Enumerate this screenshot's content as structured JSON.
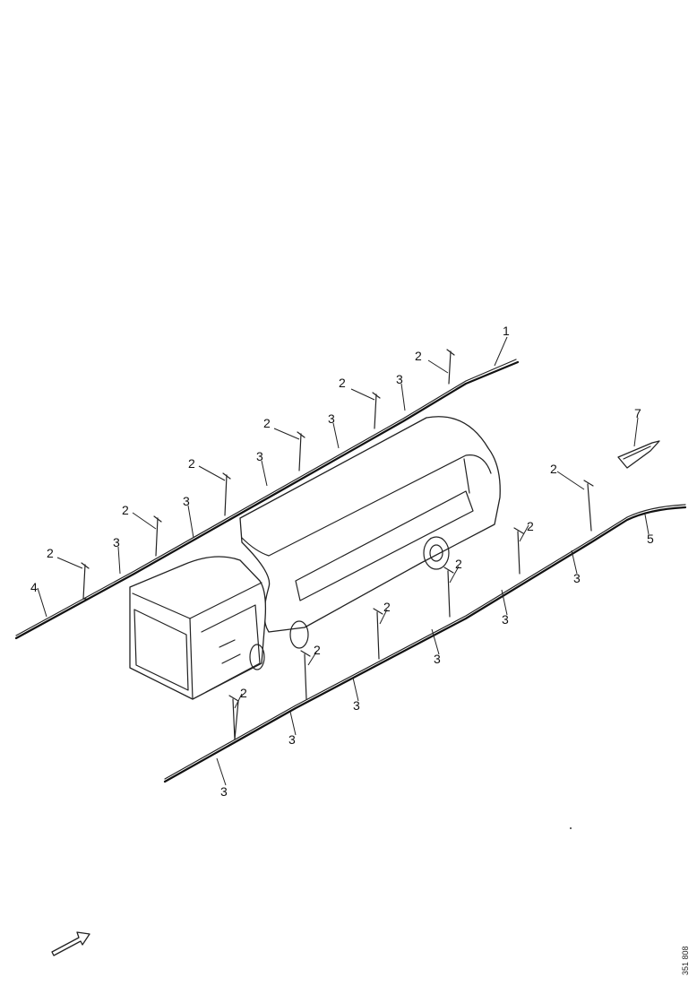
{
  "callouts": {
    "c1": "1",
    "c2": "2",
    "c3": "3",
    "c4": "4",
    "c5": "5",
    "c7": "7"
  },
  "doc_id": "351 808",
  "colors": {
    "ink": "#111111",
    "paper": "#ffffff"
  },
  "icons": [
    "direction-arrow-icon",
    "orientation-arrow-icon"
  ]
}
